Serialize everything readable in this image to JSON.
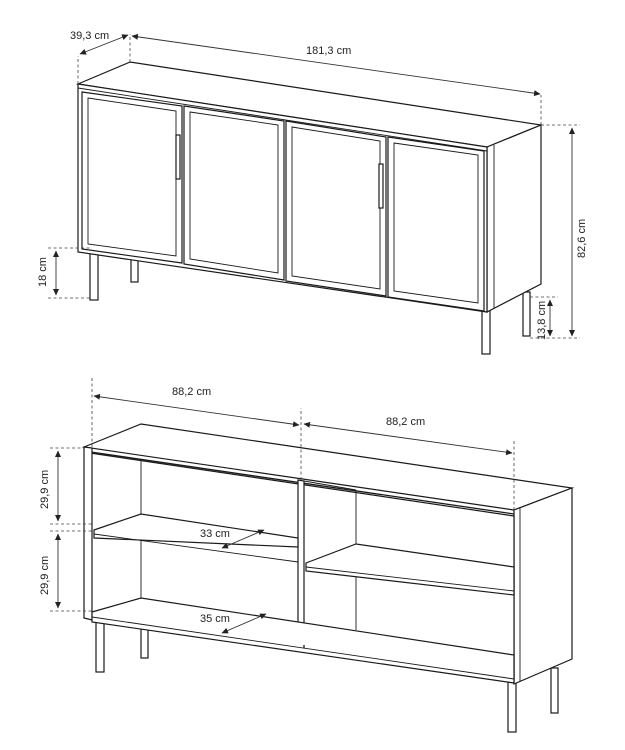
{
  "top_view": {
    "depth_label": "39,3 cm",
    "width_label": "181,3 cm",
    "height_label": "82,6 cm",
    "leg_height_label": "18 cm",
    "leg_visible_label": "13,8 cm"
  },
  "bottom_view": {
    "left_width_label": "88,2 cm",
    "right_width_label": "88,2 cm",
    "upper_shelf_height_label": "29,9 cm",
    "lower_shelf_height_label": "29,9 cm",
    "shelf_depth_label": "33 cm",
    "bottom_depth_label": "35 cm"
  }
}
